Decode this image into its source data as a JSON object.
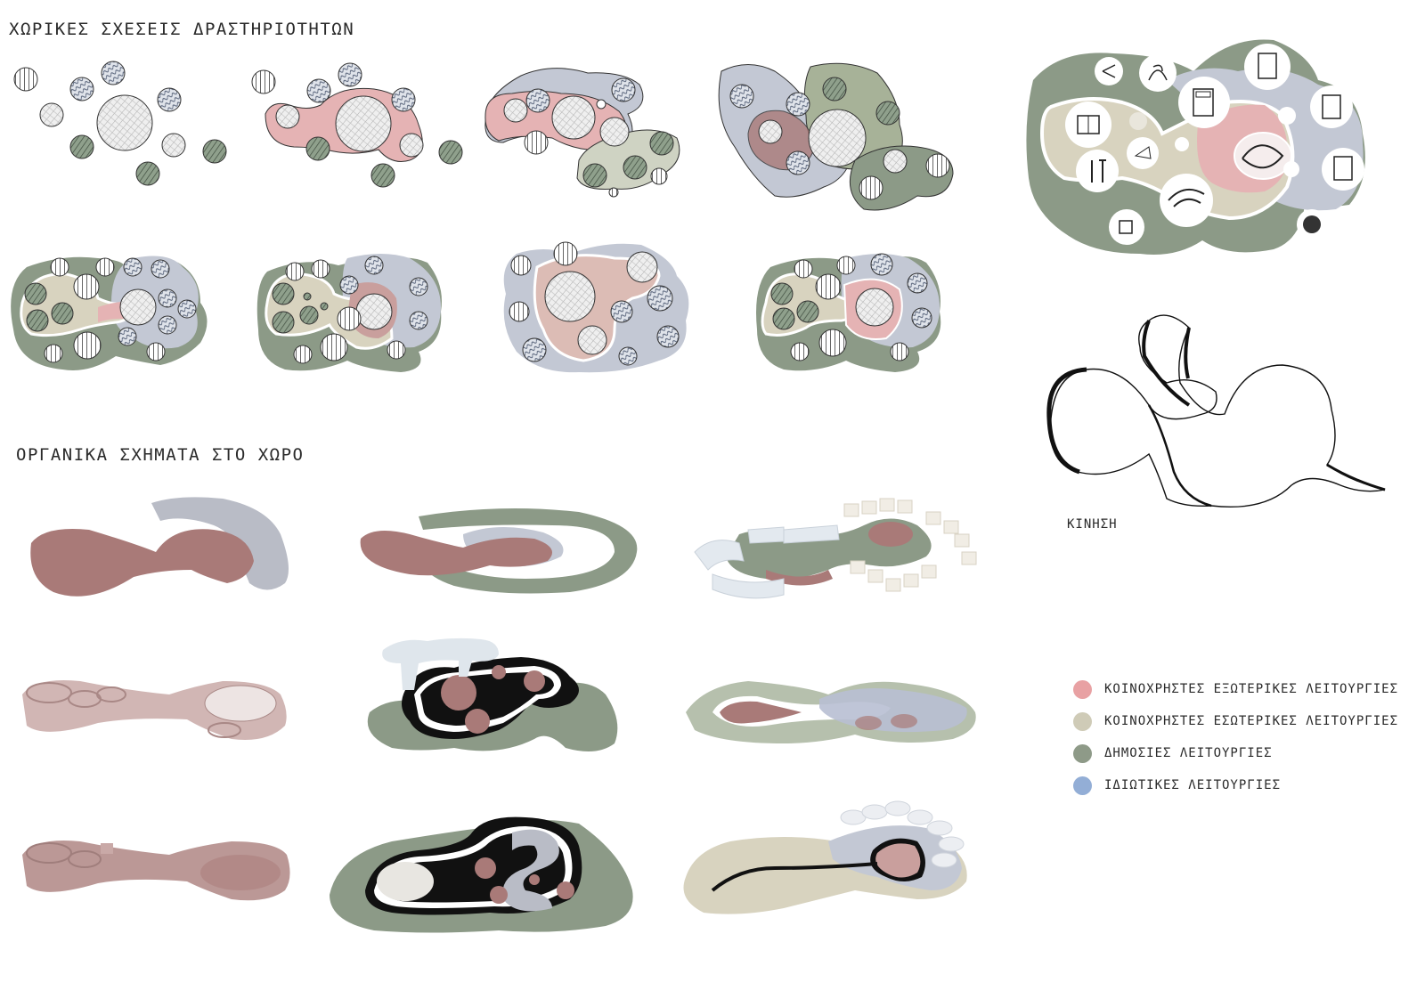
{
  "titles": {
    "spatial_relations": "ΧΩΡΙΚΕΣ ΣΧΕΣΕΙΣ ΔΡΑΣΤΗΡΙΟΤΗΤΩΝ",
    "organic_shapes": "ΟΡΓΑΝΙΚΑ ΣΧΗΜΑΤΑ ΣΤΟ ΧΩΡΟ"
  },
  "movement_caption": "ΚΙΝΗΣΗ",
  "legend": [
    {
      "label": "ΚΟΙΝΟΧΡΗΣΤΕΣ ΕΞΩΤΕΡΙΚΕΣ ΛΕΙΤΟΥΡΓΙΕΣ",
      "color": "#e8a1a3"
    },
    {
      "label": "ΚΟΙΝΟΧΡΗΣΤΕΣ ΕΣΩΤΕΡΙΚΕΣ ΛΕΙΤΟΥΡΓΙΕΣ",
      "color": "#cfcbb7"
    },
    {
      "label": "ΔΗΜΟΣΙΕΣ ΛΕΙΤΟΥΡΓΙΕΣ",
      "color": "#8e9a88"
    },
    {
      "label": "ΙΔΙΩΤΙΚΕΣ ΛΕΙΤΟΥΡΓΙΕΣ",
      "color": "#93aed6"
    }
  ],
  "colors": {
    "pink": "#e5b3b4",
    "beige": "#d8d3bf",
    "green": "#8c9a87",
    "blue_grey": "#c3c8d4",
    "mauve": "#a97a78",
    "pale_blue": "#dfe6ec"
  },
  "icons": [
    "eye-icon",
    "bath-icon",
    "bed-icon",
    "book-icon",
    "cutlery-icon",
    "coffee-icon",
    "clock-icon",
    "swirl-icon"
  ]
}
